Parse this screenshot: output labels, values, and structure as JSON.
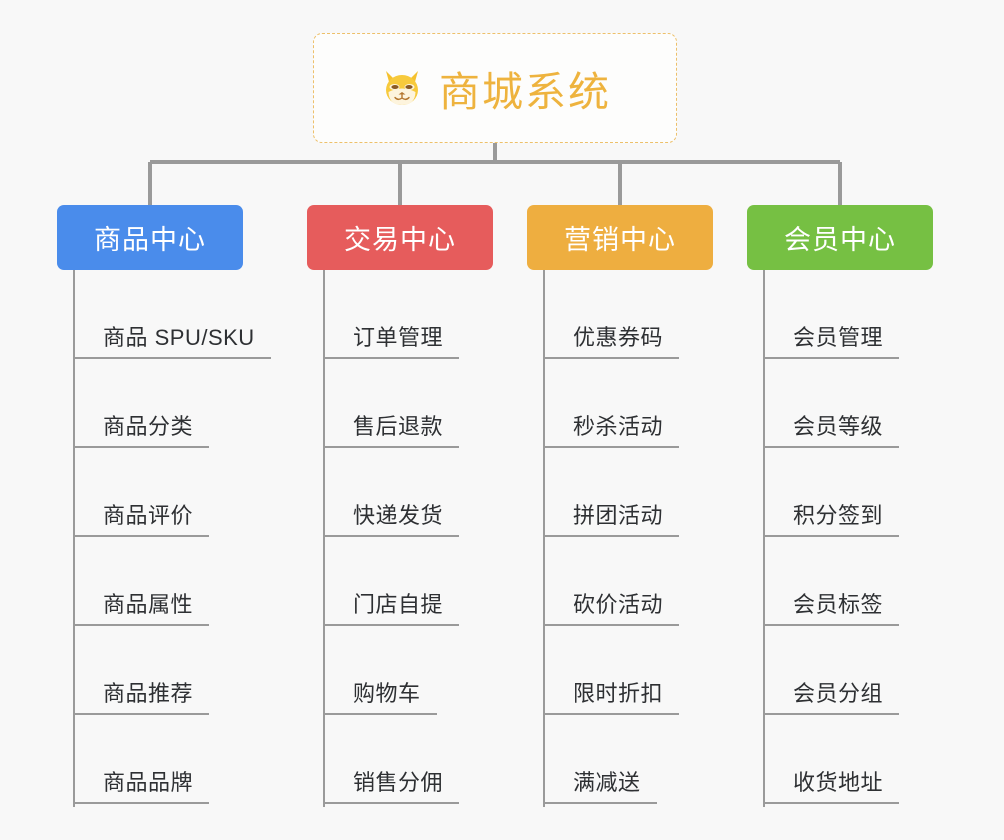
{
  "root": {
    "title": "商城系统",
    "icon": "shiba-dog-face-emoji",
    "border_color": "#edc06a",
    "text_color": "#eeb33e"
  },
  "connector_color": "#9a9a9a",
  "background_color": "#f8f8f8",
  "columns": [
    {
      "header": "商品中心",
      "color": "#4a8ceb",
      "items": [
        "商品 SPU/SKU",
        "商品分类",
        "商品评价",
        "商品属性",
        "商品推荐",
        "商品品牌"
      ]
    },
    {
      "header": "交易中心",
      "color": "#e65c5c",
      "items": [
        "订单管理",
        "售后退款",
        "快递发货",
        "门店自提",
        "购物车",
        "销售分佣"
      ]
    },
    {
      "header": "营销中心",
      "color": "#eeae40",
      "items": [
        "优惠券码",
        "秒杀活动",
        "拼团活动",
        "砍价活动",
        "限时折扣",
        "满减送"
      ]
    },
    {
      "header": "会员中心",
      "color": "#76c043",
      "items": [
        "会员管理",
        "会员等级",
        "积分签到",
        "会员标签",
        "会员分组",
        "收货地址"
      ]
    }
  ]
}
